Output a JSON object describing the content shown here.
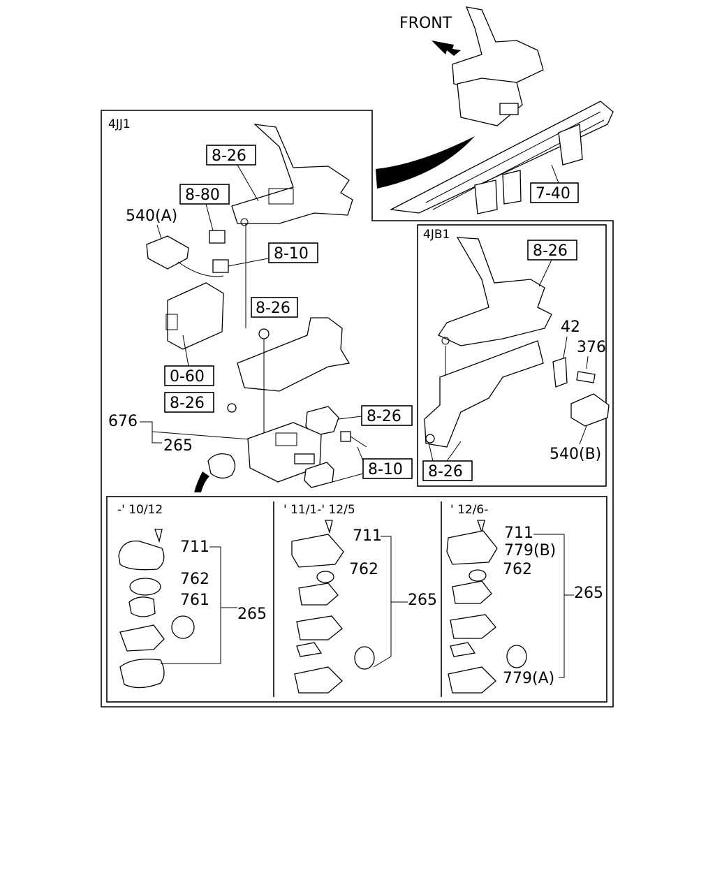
{
  "front_label": "FRONT",
  "panels": {
    "left_engine": "4JJ1",
    "right_engine": "4JB1",
    "col1_range": "-' 10/12",
    "col2_range": "' 11/1-' 12/5",
    "col3_range": "' 12/6-"
  },
  "callouts": {
    "ref_8_26": "8-26",
    "ref_8_80": "8-80",
    "ref_8_10": "8-10",
    "ref_0_60": "0-60",
    "ref_7_40": "7-40",
    "p540a": "540(A)",
    "p540b": "540(B)",
    "p676": "676",
    "p265": "265",
    "p42": "42",
    "p376": "376",
    "p711": "711",
    "p762": "762",
    "p761": "761",
    "p779a": "779(A)",
    "p779b": "779(B)"
  }
}
